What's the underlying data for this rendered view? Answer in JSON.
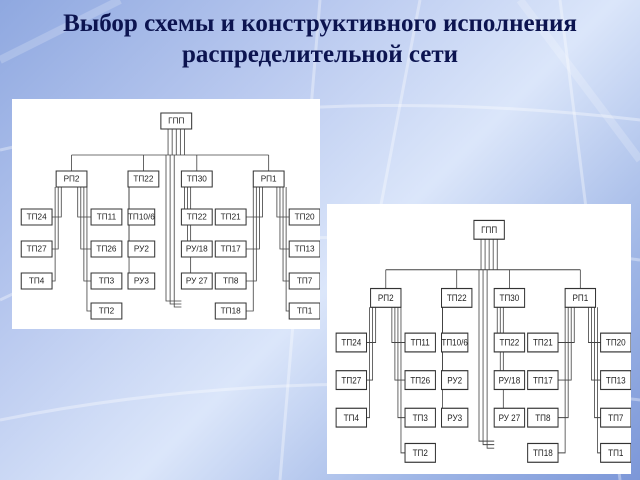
{
  "title_line1": "Выбор схемы и конструктивного исполнения",
  "title_line2": "распределительной сети",
  "diagram": {
    "root": "ГПП",
    "rp2": "РП2",
    "tp22_top": "ТП22",
    "tp30": "ТП30",
    "rp1": "РП1",
    "rp2_left": [
      "ТП24",
      "ТП27",
      "ТП4"
    ],
    "rp2_right": [
      "ТП11",
      "ТП26",
      "ТП3",
      "ТП2"
    ],
    "center_left": [
      "ТП10/6",
      "РУ2",
      "РУ3"
    ],
    "center_right": [
      "ТП22",
      "РУ/18",
      "РУ 27"
    ],
    "rp1_left": [
      "ТП21",
      "ТП17",
      "ТП8",
      "ТП18"
    ],
    "rp1_right": [
      "ТП20",
      "ТП13",
      "ТП7",
      "ТП1"
    ]
  },
  "colors": {
    "title": "#0c1450",
    "background": "#b9c9ef"
  }
}
